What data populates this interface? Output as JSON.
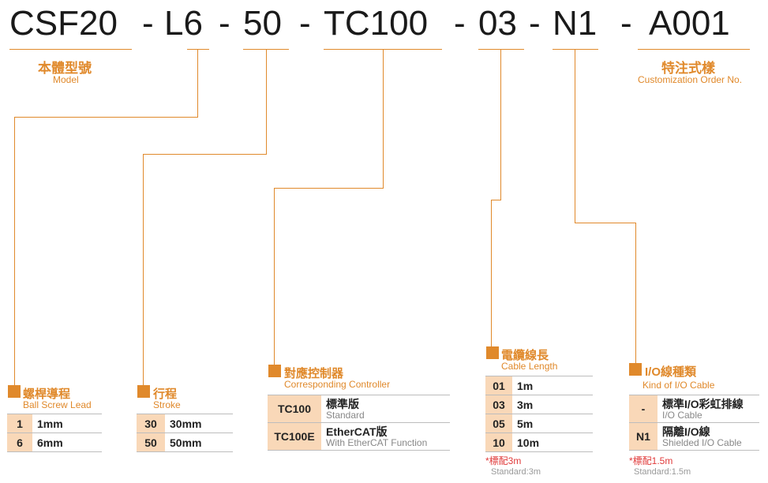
{
  "model_code": {
    "segments": [
      "CSF20",
      "L6",
      "50",
      "TC100",
      "03",
      "N1",
      "A001"
    ],
    "separator": "-"
  },
  "model": {
    "zh": "本體型號",
    "en": "Model"
  },
  "customization": {
    "zh": "特注式樣",
    "en": "Customization Order No."
  },
  "lead": {
    "zh": "螺桿導程",
    "en": "Ball Screw Lead",
    "rows": [
      {
        "code": "1",
        "value": "1mm"
      },
      {
        "code": "6",
        "value": "6mm"
      }
    ]
  },
  "stroke": {
    "zh": "行程",
    "en": "Stroke",
    "rows": [
      {
        "code": "30",
        "value": "30mm"
      },
      {
        "code": "50",
        "value": "50mm"
      }
    ]
  },
  "controller": {
    "zh": "對應控制器",
    "en": "Corresponding Controller",
    "rows": [
      {
        "code": "TC100",
        "value": "標準版",
        "sub": "Standard"
      },
      {
        "code": "TC100E",
        "value": "EtherCAT版",
        "sub": "With EtherCAT Function"
      }
    ]
  },
  "cable": {
    "zh": "電纜線長",
    "en": "Cable Length",
    "rows": [
      {
        "code": "01",
        "value": "1m"
      },
      {
        "code": "03",
        "value": "3m"
      },
      {
        "code": "05",
        "value": "5m"
      },
      {
        "code": "10",
        "value": "10m"
      }
    ],
    "note": "*標配3m",
    "note_en": "Standard:3m"
  },
  "io": {
    "zh": "I/O線種類",
    "en": "Kind of I/O Cable",
    "rows": [
      {
        "code": "-",
        "value": "標準I/O彩虹排線",
        "sub": "I/O Cable"
      },
      {
        "code": "N1",
        "value": "隔離I/O線",
        "sub": "Shielded I/O Cable"
      }
    ],
    "note": "*標配1.5m",
    "note_en": "Standard:1.5m"
  },
  "colors": {
    "accent": "#e0892b",
    "table_code_bg": "#f9d8b8",
    "note": "#e03a3a"
  }
}
